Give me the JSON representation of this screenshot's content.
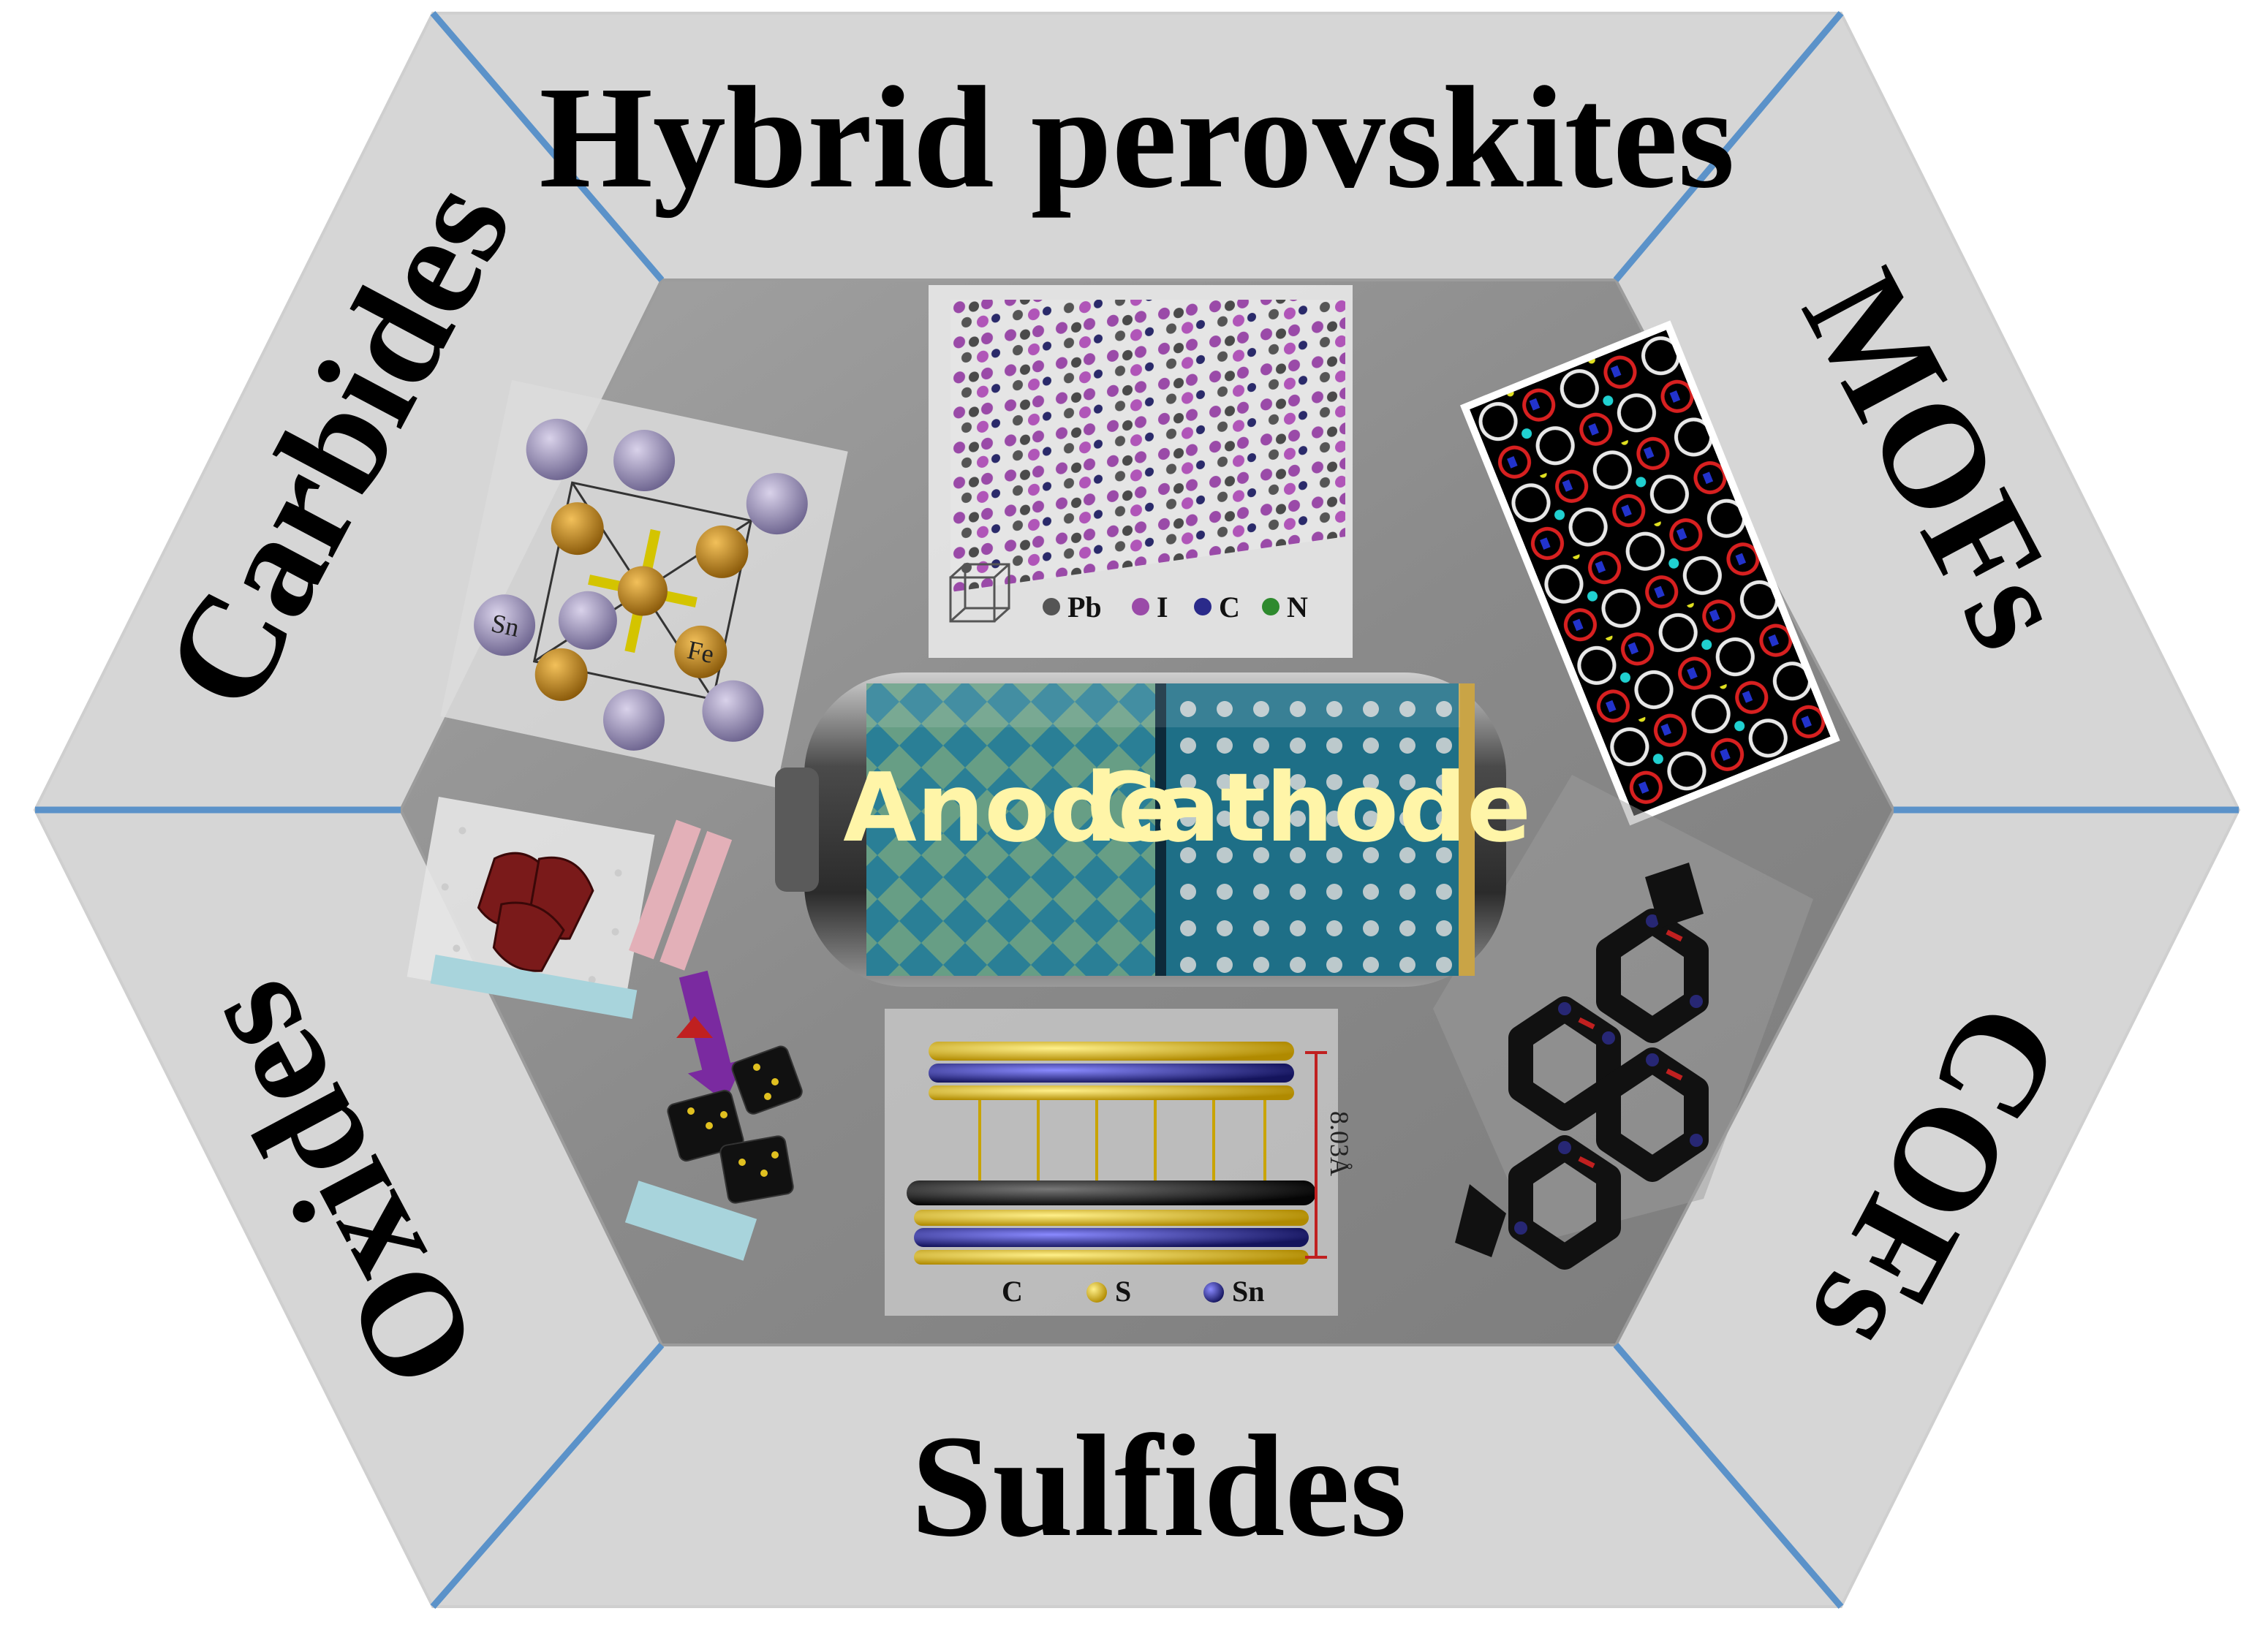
{
  "sectors": {
    "top": "Hybrid perovskites",
    "upper_right": "MOFs",
    "lower_right": "COFs",
    "bottom": "Sulfides",
    "lower_left": "Oxides",
    "upper_left": "Carbides"
  },
  "battery": {
    "anode": "Anode",
    "cathode": "Cathode"
  },
  "perovskite_legend": [
    "Pb",
    "I",
    "C",
    "N"
  ],
  "sulfide_legend": [
    "C",
    "S",
    "Sn"
  ],
  "sulfide_spacing": "8.03Å",
  "carbide_atoms": {
    "sn": "Sn",
    "fe": "Fe"
  },
  "colors": {
    "outer_hexagon": "#d5d5d5",
    "inner_hexagon": "#8c8c8c",
    "divider": "#5b92c9",
    "battery_body": "#1f6f8a"
  }
}
